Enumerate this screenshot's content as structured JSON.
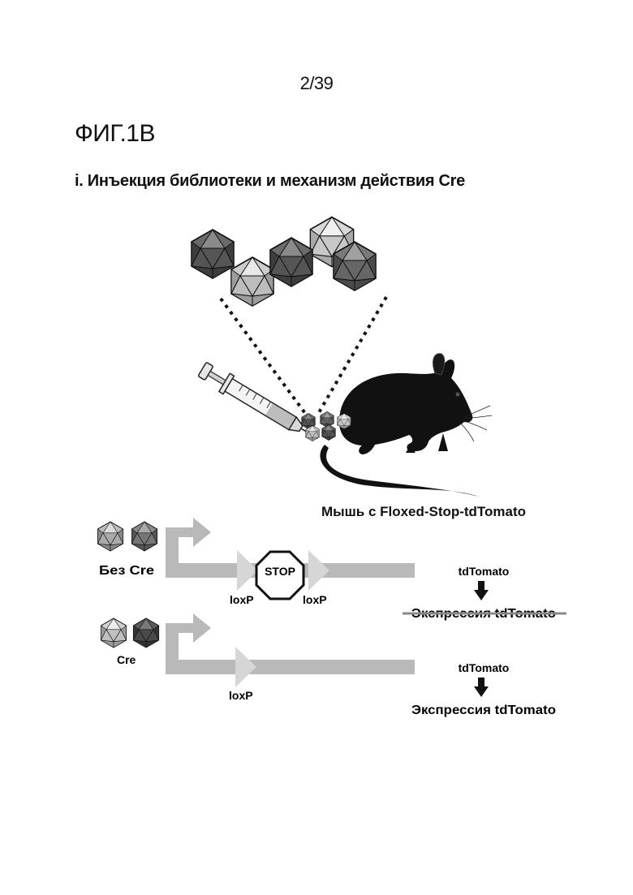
{
  "page": {
    "number": "2/39"
  },
  "figure": {
    "label": "ФИГ.1В",
    "section_title": "i. Инъекция библиотеки и механизм действия Cre",
    "mouse_caption": "Мышь с Floxed-Stop-tdTomato",
    "rows": [
      {
        "condition_label": "Без Cre",
        "stop_label": "STOP",
        "loxp_labels": [
          "loxP",
          "loxP"
        ],
        "gene_label": "tdTomato",
        "expression_label": "Экспрессия tdTomato",
        "expression_struck": true
      },
      {
        "condition_label": "Cre",
        "loxp_labels": [
          "loxP"
        ],
        "gene_label": "tdTomato",
        "expression_label": "Экспрессия tdTomato",
        "expression_struck": false
      }
    ]
  },
  "colors": {
    "dark_capsid": "#5c5c5c",
    "light_capsid": "#cfcfcf",
    "mouse": "#111111",
    "dna_arrow": "#b9b9b9",
    "loxp_triangle": "#d8d8d8"
  },
  "icons": [
    "capsid-icon",
    "syringe-icon",
    "mouse-icon",
    "stop-sign-icon",
    "down-arrow-icon"
  ]
}
